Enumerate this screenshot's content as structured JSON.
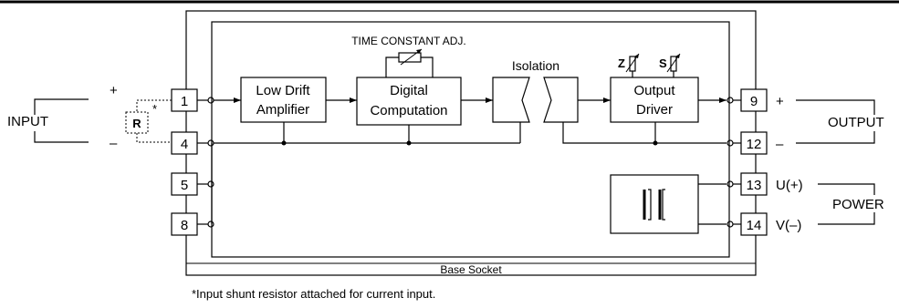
{
  "header": {
    "top_rule": true
  },
  "blocks": {
    "amplifier": [
      "Low Drift",
      "Amplifier"
    ],
    "computation": [
      "Digital",
      "Computation"
    ],
    "isolation": "Isolation",
    "output_driver": [
      "Output",
      "Driver"
    ]
  },
  "time_constant": "TIME CONSTANT ADJ.",
  "adjusters": {
    "zero": "Z",
    "span": "S"
  },
  "terminals": {
    "t1": "1",
    "t4": "4",
    "t5": "5",
    "t8": "8",
    "t9": "9",
    "t12": "12",
    "t13": "13",
    "t14": "14"
  },
  "signals": {
    "input": "INPUT",
    "output": "OUTPUT",
    "power": "POWER",
    "plus_in": "+",
    "minus_in": "–",
    "plus_out": "+",
    "minus_out": "–",
    "u_plus": "U(+)",
    "v_minus": "V(–)"
  },
  "shunt": {
    "label": "R",
    "mark": "*"
  },
  "base_socket": "Base Socket",
  "footnote": "*Input shunt resistor attached for current input."
}
